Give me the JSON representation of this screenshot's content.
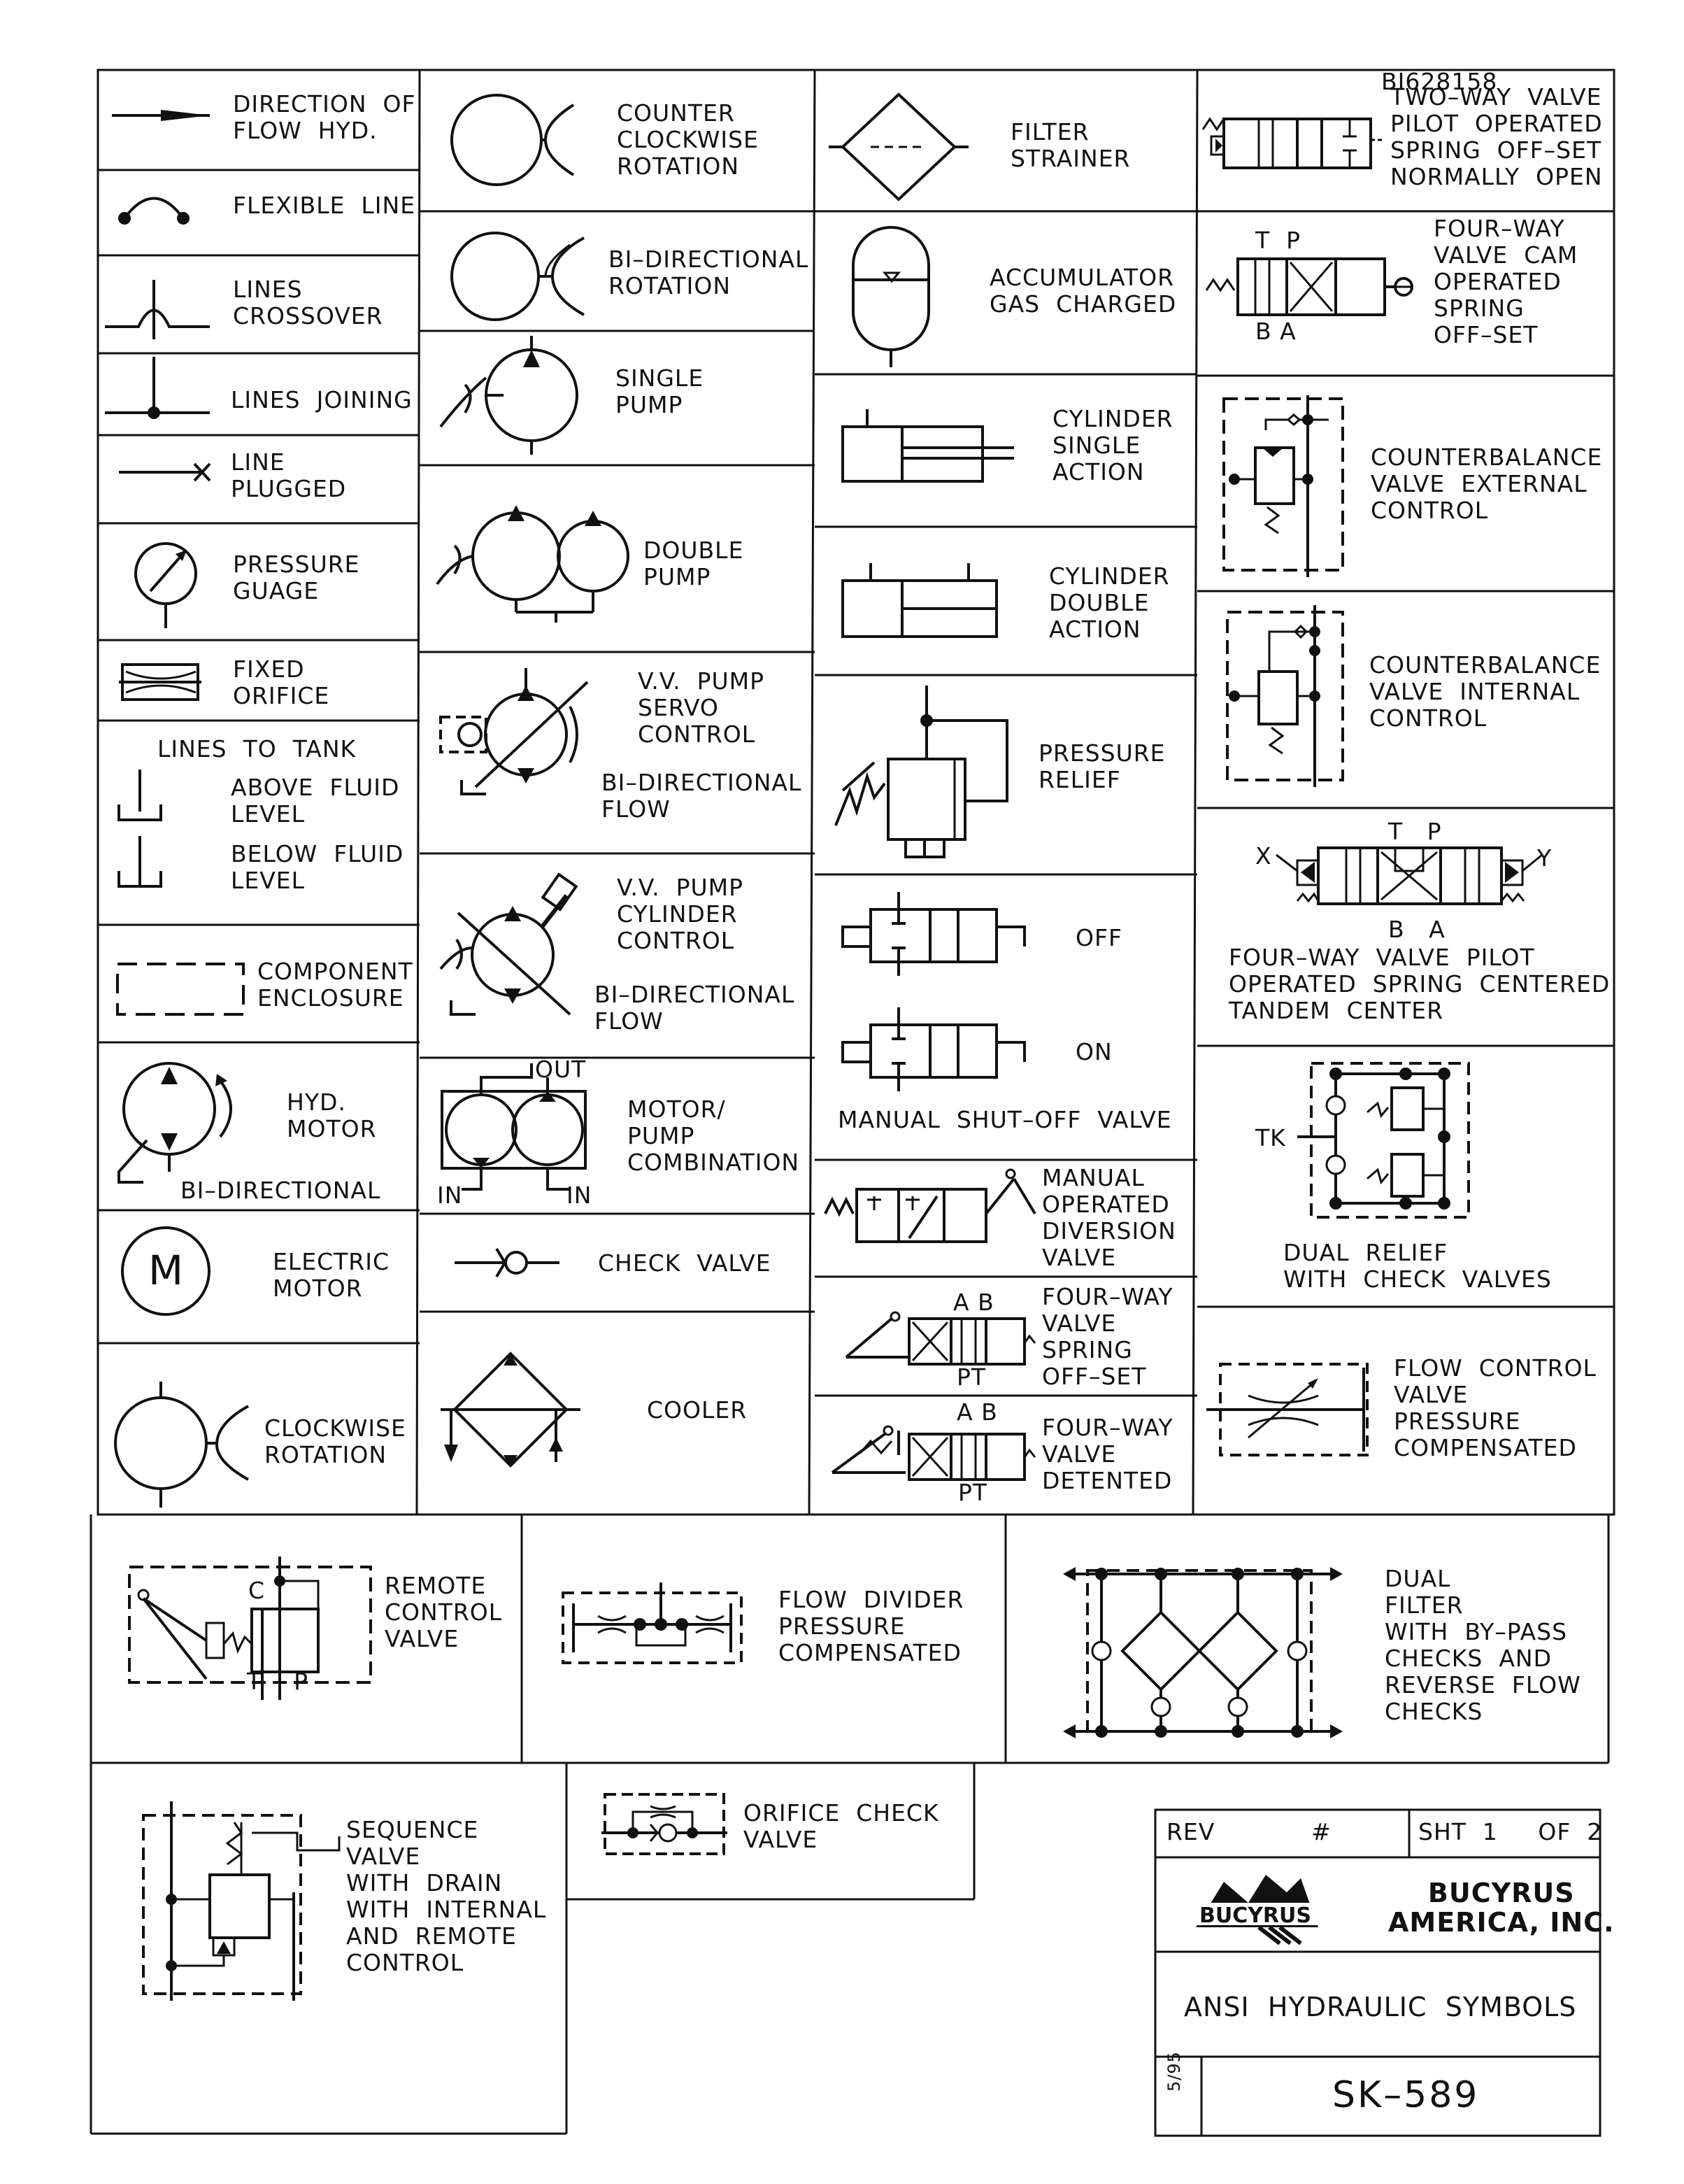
{
  "doc_id": "BI628158",
  "symbols": {
    "direction_of_flow": "DIRECTION  OF\nFLOW  HYD.",
    "flexible_line": "FLEXIBLE  LINE",
    "lines_crossover": "LINES\nCROSSOVER",
    "lines_joining": "LINES  JOINING",
    "line_plugged": "LINE\nPLUGGED",
    "pressure_gauge": "PRESSURE\nGUAGE",
    "fixed_orifice": "FIXED\nORIFICE",
    "lines_to_tank": "LINES  TO  TANK",
    "above_fluid_level": "ABOVE  FLUID\nLEVEL",
    "below_fluid_level": "BELOW  FLUID\nLEVEL",
    "component_enclosure": "COMPONENT\nENCLOSURE",
    "hyd_motor": "HYD.\nMOTOR",
    "hyd_motor_bidir": "BI–DIRECTIONAL",
    "electric_motor": "ELECTRIC\nMOTOR",
    "clockwise_rotation": "CLOCKWISE\nROTATION",
    "counter_clockwise": "COUNTER\nCLOCKWISE\nROTATION",
    "bidirectional_rotation": "BI–DIRECTIONAL\nROTATION",
    "single_pump": "SINGLE\nPUMP",
    "double_pump": "DOUBLE\nPUMP",
    "vv_pump_servo": "V.V.  PUMP\nSERVO\nCONTROL",
    "vv_pump_servo_flow": "BI–DIRECTIONAL\nFLOW",
    "vv_pump_cylinder": "V.V.  PUMP\nCYLINDER\nCONTROL",
    "vv_pump_cylinder_flow": "BI–DIRECTIONAL\nFLOW",
    "motor_pump_combination": "MOTOR/\nPUMP\nCOMBINATION",
    "motor_pump_out": "OUT",
    "motor_pump_in_left": "IN",
    "motor_pump_in_right": "IN",
    "check_valve": "CHECK  VALVE",
    "cooler": "COOLER",
    "filter_strainer": "FILTER\nSTRAINER",
    "accumulator": "ACCUMULATOR\nGAS  CHARGED",
    "cylinder_single": "CYLINDER\nSINGLE\nACTION",
    "cylinder_double": "CYLINDER\nDOUBLE\nACTION",
    "pressure_relief": "PRESSURE\nRELIEF",
    "shutoff_off": "OFF",
    "shutoff_on": "ON",
    "manual_shutoff": "MANUAL  SHUT–OFF  VALVE",
    "manual_diversion": "MANUAL\nOPERATED\nDIVERSION\nVALVE",
    "four_way_spring": "FOUR–WAY\nVALVE\nSPRING\nOFF–SET",
    "four_way_spring_ab": "A B",
    "four_way_spring_pt": "PT",
    "four_way_detented": "FOUR–WAY\nVALVE\nDETENTED",
    "four_way_detented_ab": "A B",
    "four_way_detented_pt": "PT",
    "two_way_pilot": "TWO–WAY  VALVE\nPILOT  OPERATED\nSPRING  OFF–SET\nNORMALLY  OPEN",
    "four_way_cam": "FOUR–WAY\nVALVE  CAM\nOPERATED\nSPRING\nOFF–SET",
    "four_way_cam_tp": "T  P",
    "four_way_cam_ba": "B A",
    "counterbalance_ext": "COUNTERBALANCE\nVALVE  EXTERNAL\nCONTROL",
    "counterbalance_int": "COUNTERBALANCE\nVALVE  INTERNAL\nCONTROL",
    "four_way_pilot_tandem": "FOUR–WAY  VALVE  PILOT\nOPERATED  SPRING  CENTERED\nTANDEM  CENTER",
    "tandem_tp": "T   P",
    "tandem_ba": "B   A",
    "tandem_x": "X",
    "tandem_y": "Y",
    "dual_relief": "DUAL  RELIEF\nWITH  CHECK  VALVES",
    "dual_relief_tk": "TK",
    "flow_control": "FLOW  CONTROL\nVALVE\nPRESSURE\nCOMPENSATED",
    "remote_control": "REMOTE\nCONTROL\nVALVE",
    "remote_control_c": "C",
    "remote_control_tp": "T    P",
    "flow_divider": "FLOW  DIVIDER\nPRESSURE\nCOMPENSATED",
    "dual_filter": "DUAL\nFILTER\nWITH  BY–PASS\nCHECKS  AND\nREVERSE  FLOW\nCHECKS",
    "sequence_valve": "SEQUENCE\nVALVE\nWITH  DRAIN\nWITH  INTERNAL\nAND  REMOTE\nCONTROL",
    "orifice_check": "ORIFICE  CHECK\nVALVE"
  },
  "title_block": {
    "rev": "REV",
    "hash": "#",
    "sheet": "SHT  1     OF  2",
    "logo_text": "BUCYRUS",
    "company": "BUCYRUS\nAMERICA, INC.",
    "title": "ANSI  HYDRAULIC  SYMBOLS",
    "date": "5/95",
    "drawing_no": "SK–589"
  }
}
